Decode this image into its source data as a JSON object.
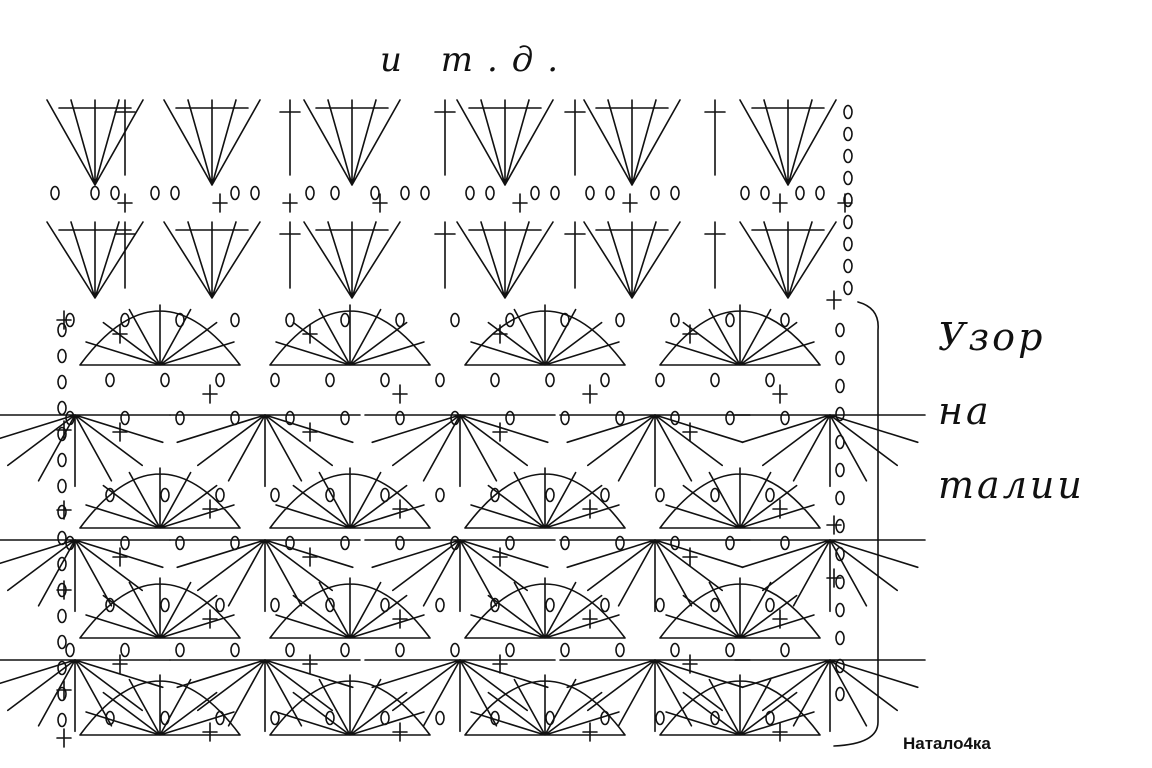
{
  "diagram": {
    "top_note": "и т.д.",
    "side_note_line1": "Узор на",
    "side_note_line2": "талии",
    "signature": "Натало4ка"
  },
  "colors": {
    "ink": "#111111",
    "paper": "#ffffff"
  }
}
